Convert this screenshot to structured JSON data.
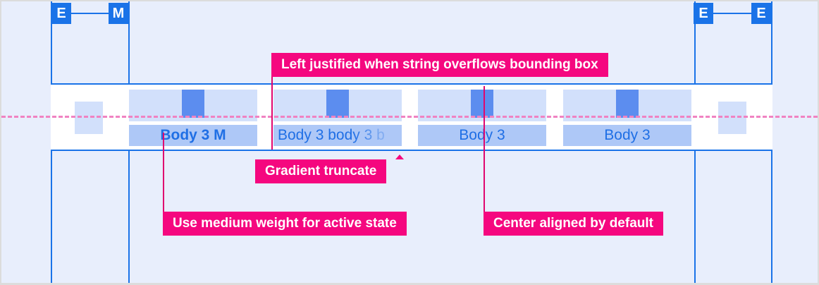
{
  "spec": {
    "title": "Tab bar label specification",
    "colors": {
      "canvas": "#e8eefc",
      "guide_blue": "#1a73e8",
      "annotation_pink": "#f5077f",
      "centerline_pink": "#f083c2",
      "slot_fill": "#d2e0fb",
      "label_fill": "#aec8f7",
      "icon_fill": "#5c8def",
      "label_text": "#1f6fe5",
      "container_bg": "#ffffff"
    }
  },
  "spacing_badges": [
    {
      "label": "E",
      "name": "badge-edge-left"
    },
    {
      "label": "M",
      "name": "badge-margin-left"
    },
    {
      "label": "E",
      "name": "badge-edge-right-inner"
    },
    {
      "label": "E",
      "name": "badge-edge-right-outer"
    }
  ],
  "tabs": [
    {
      "label": "Body 3 M",
      "state": "active",
      "alignment": "center",
      "weight": "medium",
      "truncated": false
    },
    {
      "label": "Body 3 body 3 b",
      "state": "default",
      "alignment": "left",
      "weight": "regular",
      "truncated": true
    },
    {
      "label": "Body 3",
      "state": "default",
      "alignment": "center",
      "weight": "regular",
      "truncated": false
    },
    {
      "label": "Body 3",
      "state": "default",
      "alignment": "center",
      "weight": "regular",
      "truncated": false
    }
  ],
  "annotations": [
    {
      "id": "overflow",
      "text": "Left justified when string overflows bounding box"
    },
    {
      "id": "gradient",
      "text": "Gradient truncate"
    },
    {
      "id": "medium-weight",
      "text": "Use medium weight for active state"
    },
    {
      "id": "center-aligned",
      "text": "Center aligned by default"
    }
  ]
}
